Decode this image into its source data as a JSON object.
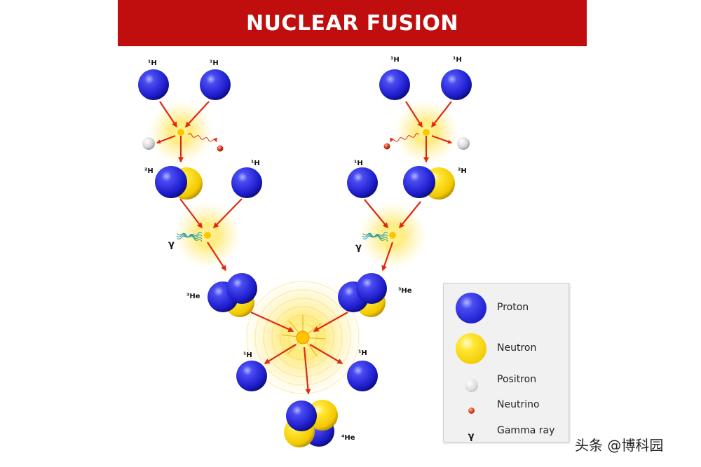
{
  "title": "NUCLEAR FUSION",
  "labels": {
    "h1": "¹H",
    "h2": "²H",
    "he3": "³He",
    "he4": "⁴He",
    "gamma": "γ"
  },
  "legend": [
    {
      "symbol": "proton-ball",
      "label": "Proton"
    },
    {
      "symbol": "neutron-ball",
      "label": "Neutron"
    },
    {
      "symbol": "positron-ball",
      "label": "Positron"
    },
    {
      "symbol": "neutrino-ball",
      "label": "Neutrino"
    },
    {
      "symbol": "gamma-symbol",
      "label": "Gamma ray"
    }
  ],
  "watermark": "头条 @博科园",
  "colors": {
    "title_bar": "#c00d0d",
    "proton": "#2a2ad6",
    "neutron": "#f3d200",
    "positron": "#dcdcdc",
    "neutrino": "#d9331b",
    "arrow": "#e02a10",
    "glow": "#ffe34a"
  }
}
